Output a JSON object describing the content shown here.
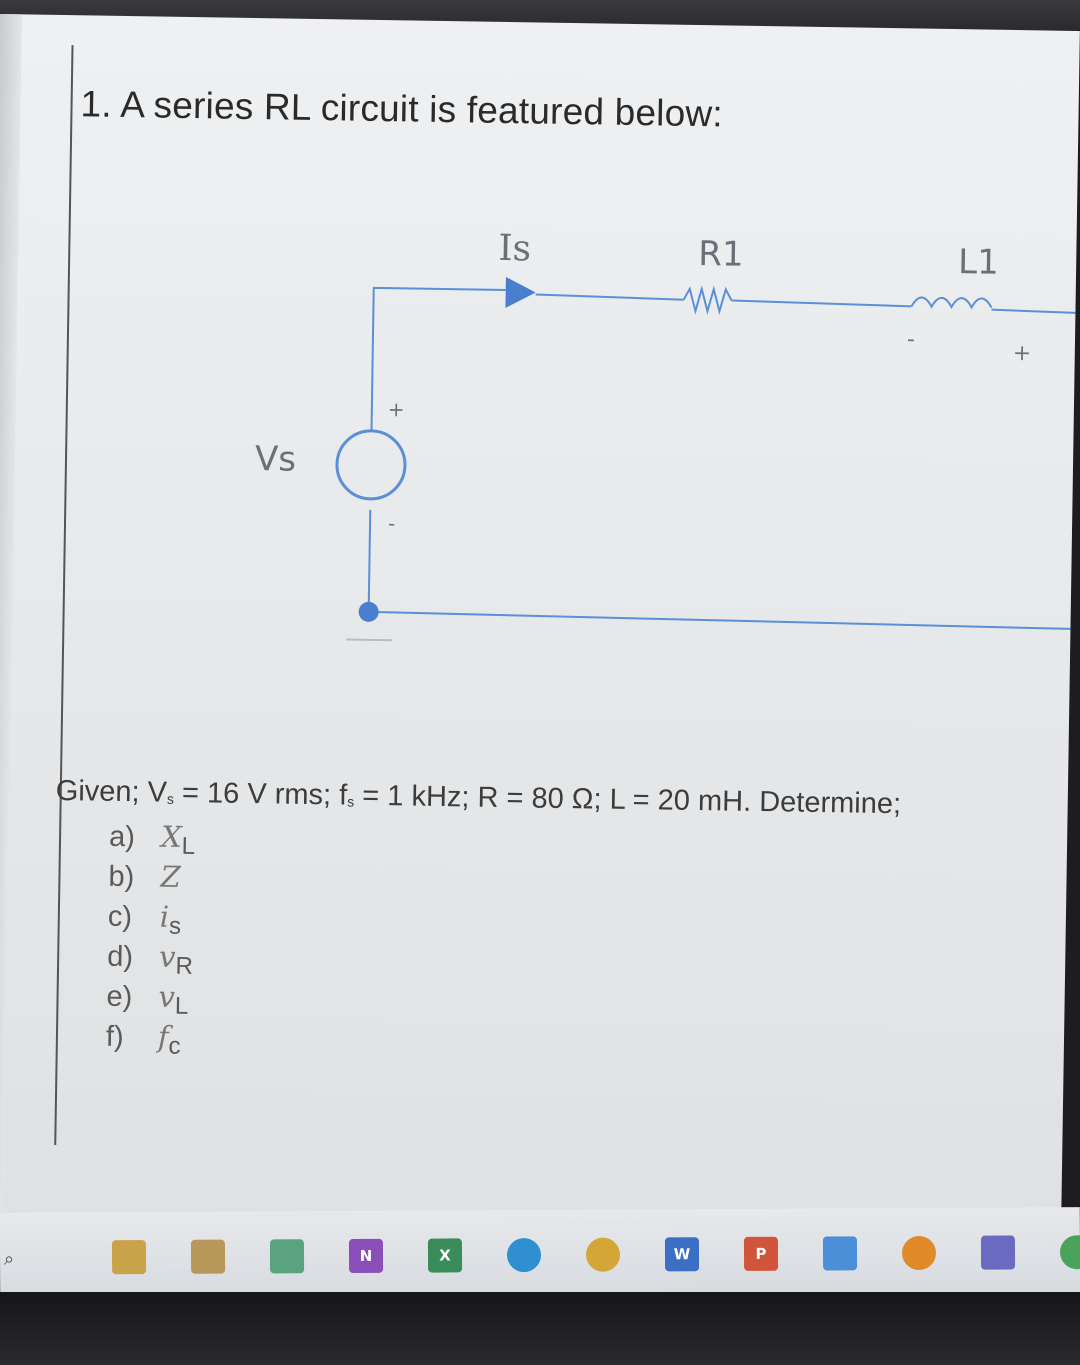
{
  "question": {
    "title": "1.  A series RL circuit is featured below:"
  },
  "circuit": {
    "source_label": "Vs",
    "current_label": "Is",
    "resistor_label": "R1",
    "inductor_label": "L1",
    "plus_sign": "+",
    "minus_sign": "-",
    "wire_color": "#5b8fd6"
  },
  "given": {
    "prefix": "Given; V",
    "vs_sub": "s",
    "vs_value": " = 16 V rms; f",
    "fs_sub": "s",
    "rest": " = 1 kHz; R = 80 Ω; L = 20 mH. Determine;"
  },
  "answers": [
    {
      "letter": "a)",
      "symbol": "X",
      "sub": "L"
    },
    {
      "letter": "b)",
      "symbol": "Z",
      "sub": ""
    },
    {
      "letter": "c)",
      "symbol": "i",
      "sub": "s"
    },
    {
      "letter": "d)",
      "symbol": "v",
      "sub": "R"
    },
    {
      "letter": "e)",
      "symbol": "v",
      "sub": "L"
    },
    {
      "letter": "f)",
      "symbol": "f",
      "sub": "c"
    }
  ],
  "taskbar": {
    "icons": [
      {
        "name": "file-explorer-icon",
        "label": "",
        "color": "#c9a24a"
      },
      {
        "name": "store-icon",
        "label": "",
        "color": "#b8975a"
      },
      {
        "name": "photos-icon",
        "label": "",
        "color": "#5aa37f"
      },
      {
        "name": "onenote-icon",
        "label": "N",
        "color": "#8a4fb8"
      },
      {
        "name": "excel-icon",
        "label": "X",
        "color": "#3a8c5a"
      },
      {
        "name": "edge-icon",
        "label": "",
        "color": "#2f8fd0"
      },
      {
        "name": "chrome-icon",
        "label": "",
        "color": "#d4a638"
      },
      {
        "name": "word-icon",
        "label": "W",
        "color": "#3a6fc4"
      },
      {
        "name": "powerpoint-icon",
        "label": "P",
        "color": "#d0553a"
      },
      {
        "name": "onedrive-icon",
        "label": "",
        "color": "#4a8fd8"
      },
      {
        "name": "app-orange-icon",
        "label": "",
        "color": "#e08a2a"
      },
      {
        "name": "teams-icon",
        "label": "",
        "color": "#6a6ac0"
      },
      {
        "name": "app-green-icon",
        "label": "",
        "color": "#4aa35a"
      }
    ]
  }
}
